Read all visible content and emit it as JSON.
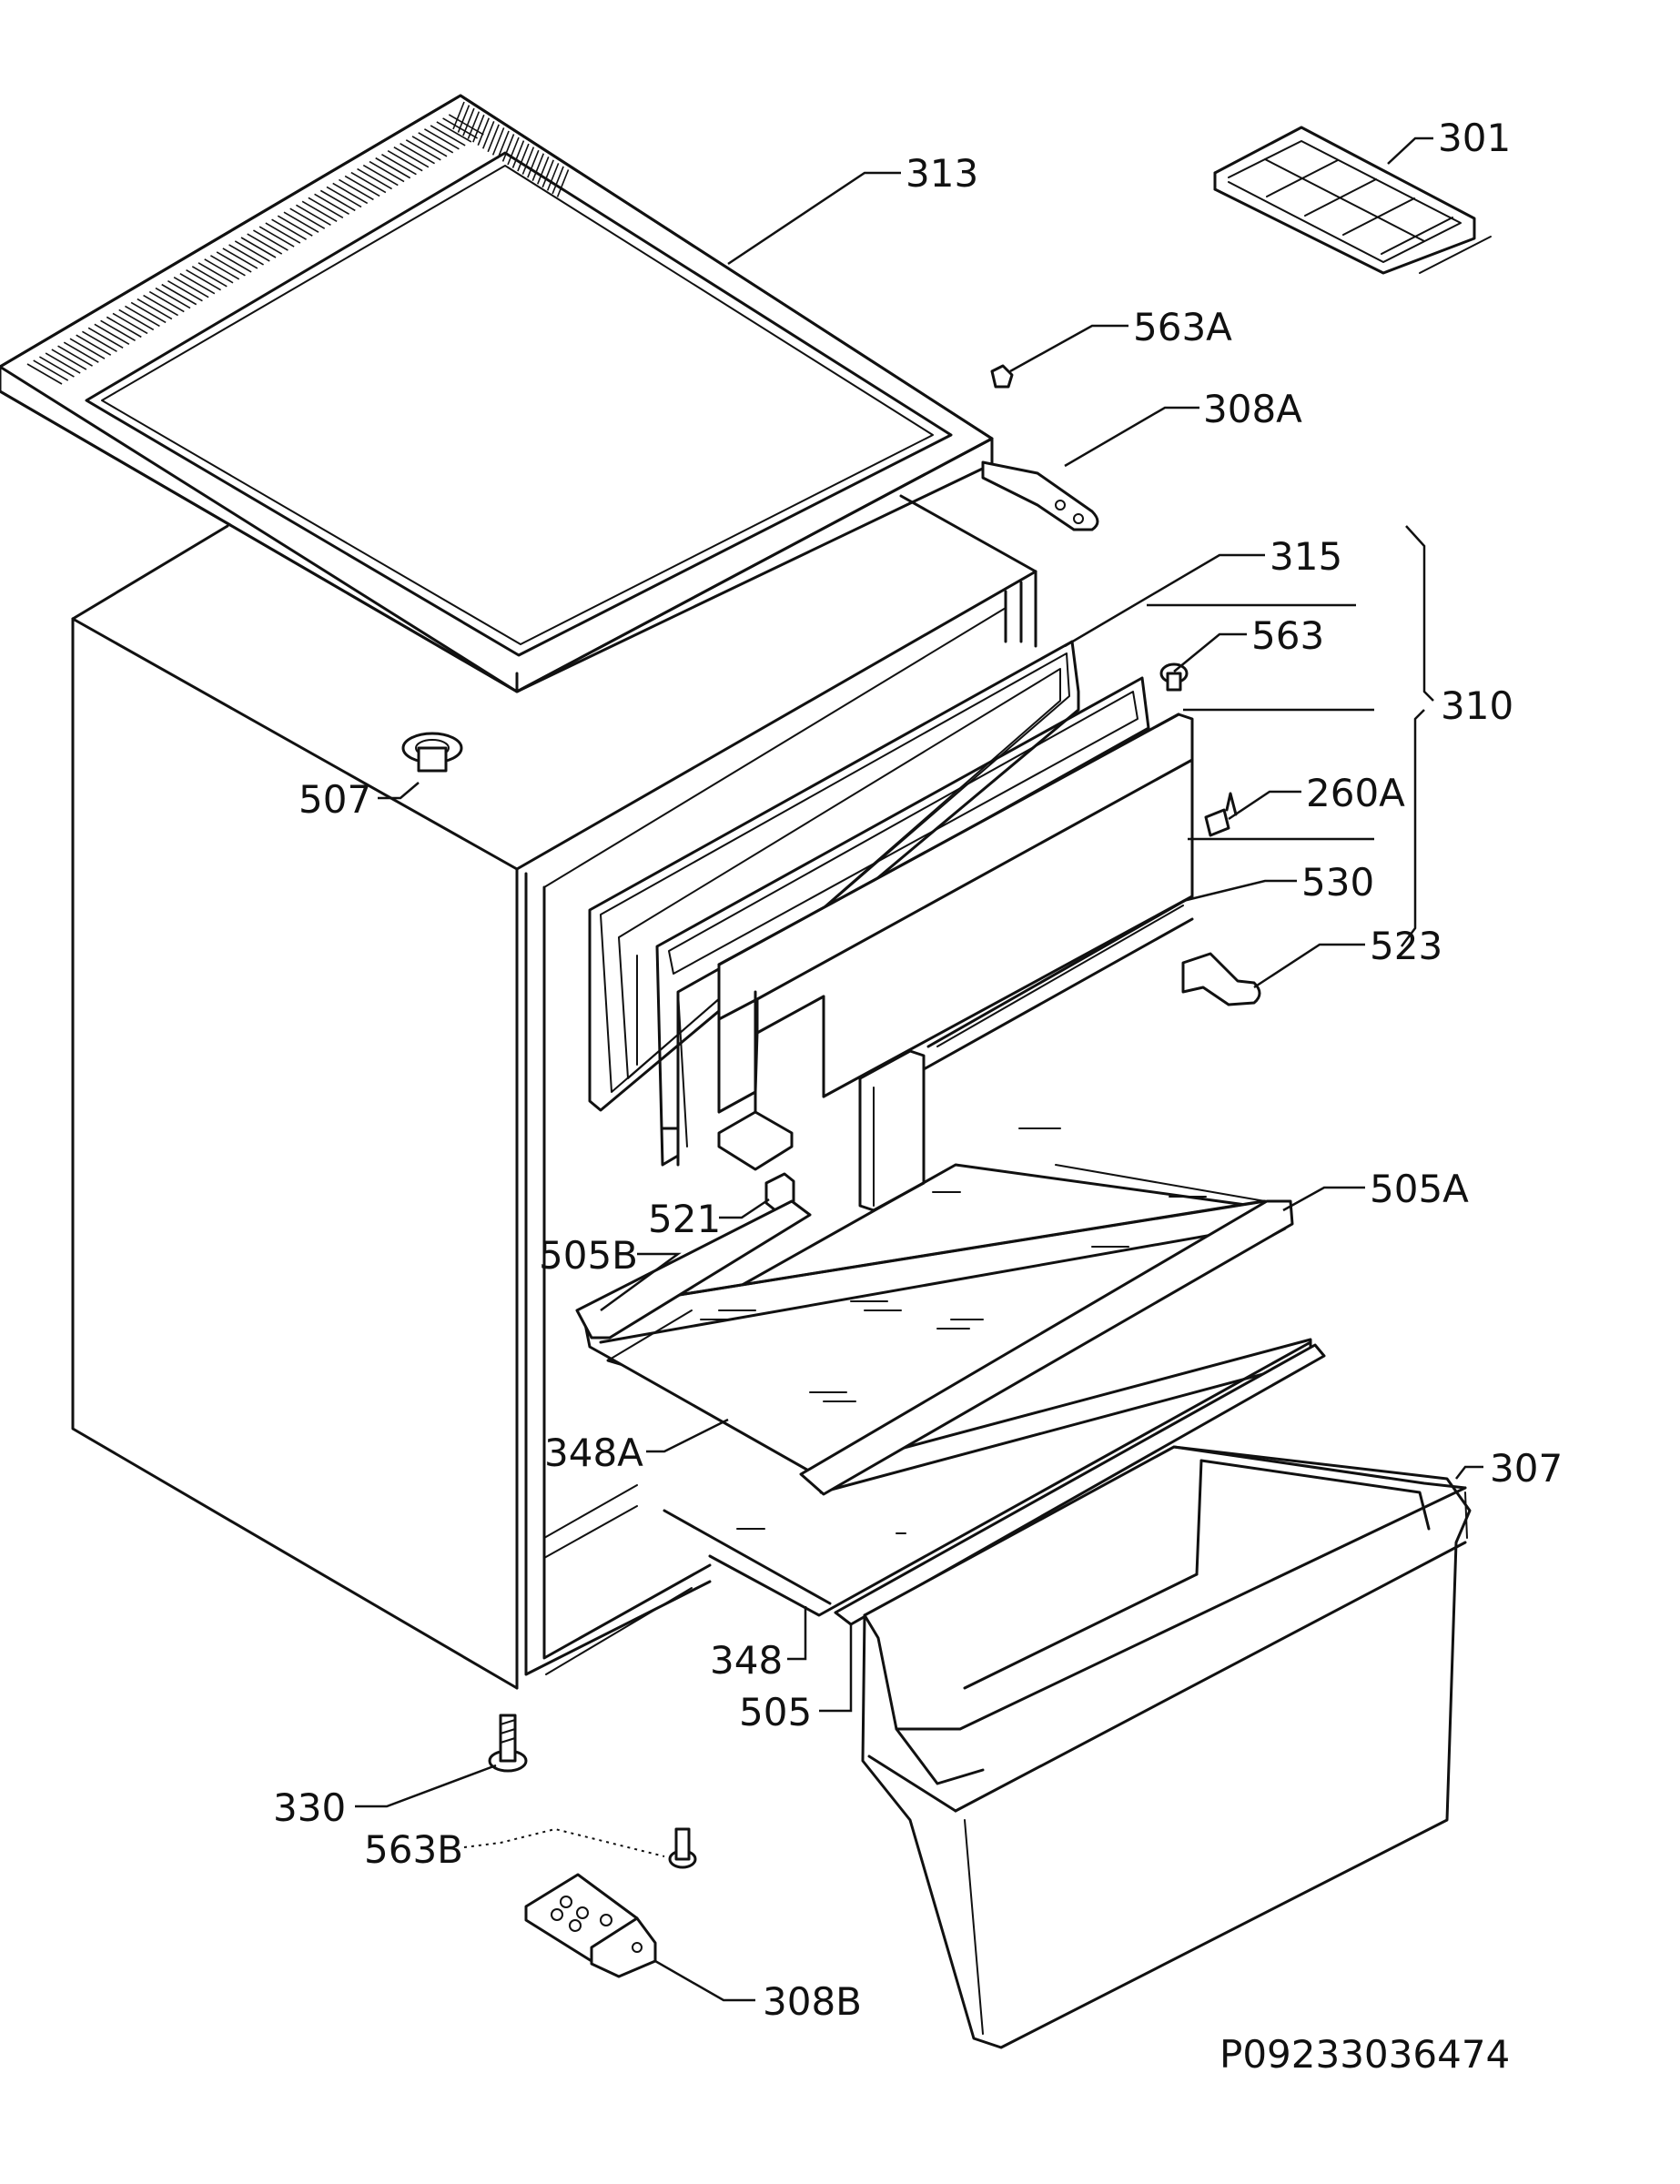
{
  "labels": {
    "l301": "301",
    "l313": "313",
    "l563A": "563A",
    "l308A": "308A",
    "l315": "315",
    "l563": "563",
    "l310": "310",
    "l260A": "260A",
    "l530": "530",
    "l523": "523",
    "l507": "507",
    "l521": "521",
    "l505A": "505A",
    "l505B": "505B",
    "l348A": "348A",
    "l307": "307",
    "l348": "348",
    "l505": "505",
    "l330": "330",
    "l563B": "563B",
    "l308B": "308B"
  },
  "drawing_number": "P09233036474"
}
